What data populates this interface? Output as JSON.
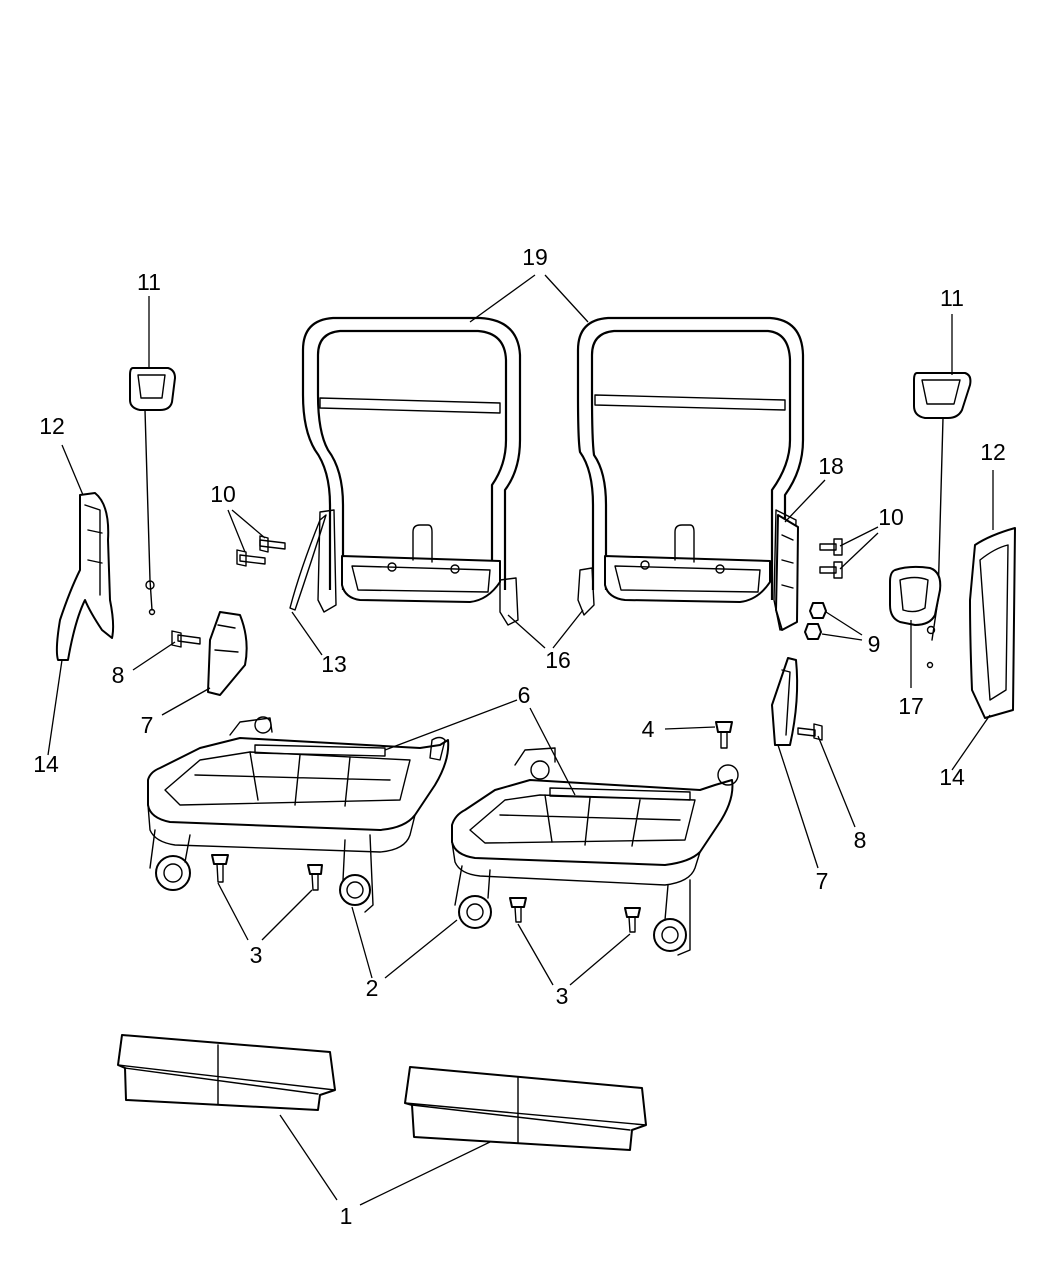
{
  "callouts": {
    "c1": "1",
    "c2": "2",
    "c3a": "3",
    "c3b": "3",
    "c4": "4",
    "c6": "6",
    "c7a": "7",
    "c7b": "7",
    "c8a": "8",
    "c8b": "8",
    "c9": "9",
    "c10a": "10",
    "c10b": "10",
    "c11a": "11",
    "c11b": "11",
    "c12a": "12",
    "c12b": "12",
    "c13": "13",
    "c14a": "14",
    "c14b": "14",
    "c16": "16",
    "c17": "17",
    "c18": "18",
    "c19": "19"
  }
}
